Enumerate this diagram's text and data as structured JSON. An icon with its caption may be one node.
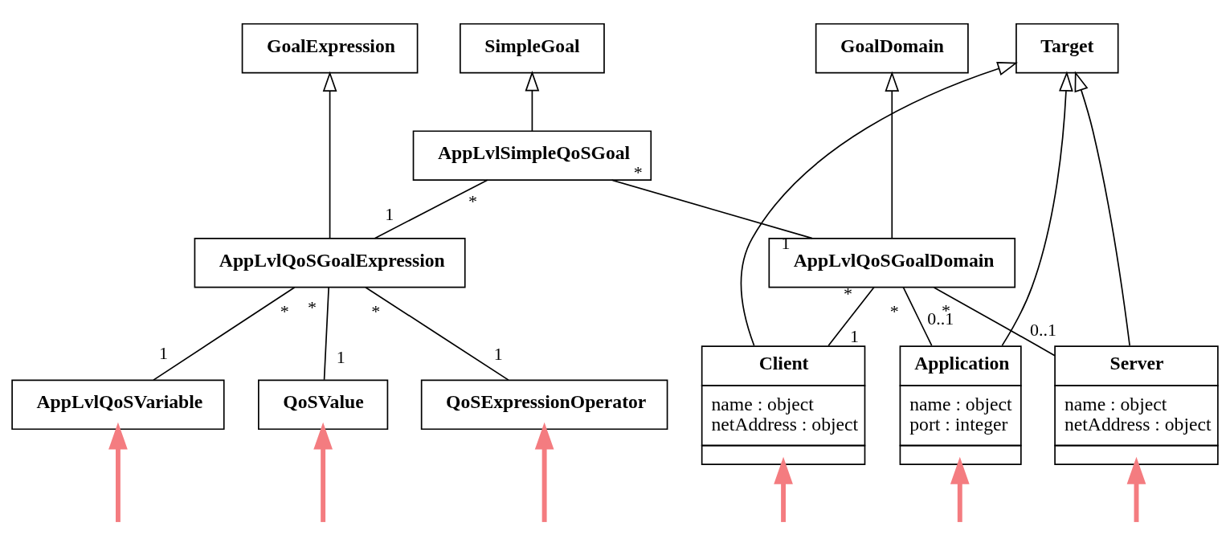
{
  "diagram": {
    "nodes": [
      {
        "text": [
          "GoalExpression"
        ]
      },
      {
        "text": [
          "SimpleGoal"
        ]
      },
      {
        "text": [
          "GoalDomain"
        ]
      },
      {
        "text": [
          "Target"
        ]
      },
      {
        "text": [
          "AppLvlSimpleQoSGoal"
        ]
      },
      {
        "text": [
          "AppLvlQoSGoalExpression"
        ]
      },
      {
        "text": [
          "AppLvlQoSGoalDomain"
        ]
      },
      {
        "text": [
          "AppLvlQoSVariable"
        ]
      },
      {
        "text": [
          "QoSValue"
        ]
      },
      {
        "text": [
          "Client",
          "name : object",
          "netAddress : object"
        ]
      },
      {
        "text": [
          "Application",
          "name : object",
          "port : integer"
        ]
      },
      {
        "text": [
          "Server",
          "name : object",
          "netAddress : object"
        ]
      },
      {
        "text": [
          "QoSExpressionOperator"
        ]
      }
    ],
    "edges": [
      {
        "from": 4,
        "to": 1,
        "arrow": "to"
      },
      {
        "from": 5,
        "to": 0,
        "arrow": "to"
      },
      {
        "from": 6,
        "to": 2,
        "arrow": "to"
      },
      {
        "from": 9,
        "to": 3,
        "arrow": "to"
      },
      {
        "from": 10,
        "to": 3,
        "arrow": "to"
      },
      {
        "from": 11,
        "to": 3,
        "arrow": "to"
      },
      {
        "from": 5,
        "to": 4,
        "arrow": "none"
      },
      {
        "from": 6,
        "to": 4,
        "arrow": "none"
      },
      {
        "from": 5,
        "to": 7,
        "arrow": "none"
      },
      {
        "from": 5,
        "to": 12,
        "arrow": "none"
      },
      {
        "from": 5,
        "to": 8,
        "arrow": "none"
      },
      {
        "from": 6,
        "to": 9,
        "arrow": "none"
      },
      {
        "from": 6,
        "to": 10,
        "arrow": "none"
      },
      {
        "from": 6,
        "to": 11,
        "arrow": "none"
      },
      {
        "from": null,
        "to": 7,
        "arrow": "to",
        "style": "thick",
        "color": "#f47c80"
      },
      {
        "from": null,
        "to": 12,
        "arrow": "to",
        "style": "thick",
        "color": "#f47c80"
      },
      {
        "from": null,
        "to": 8,
        "arrow": "to",
        "style": "thick",
        "color": "#f47c80"
      },
      {
        "from": null,
        "to": 9,
        "arrow": "to",
        "style": "thick",
        "color": "#f47c80"
      },
      {
        "from": null,
        "to": 10,
        "arrow": "to",
        "style": "thick",
        "color": "#f47c80"
      },
      {
        "from": null,
        "to": 11,
        "arrow": "to",
        "style": "thick",
        "color": "#f47c80"
      }
    ],
    "labels": [
      "1",
      "*",
      "*",
      "1",
      "1",
      "*",
      "*",
      "1",
      "*",
      "1",
      "*",
      "0..1",
      "*",
      "0..1",
      "*",
      "1"
    ]
  }
}
